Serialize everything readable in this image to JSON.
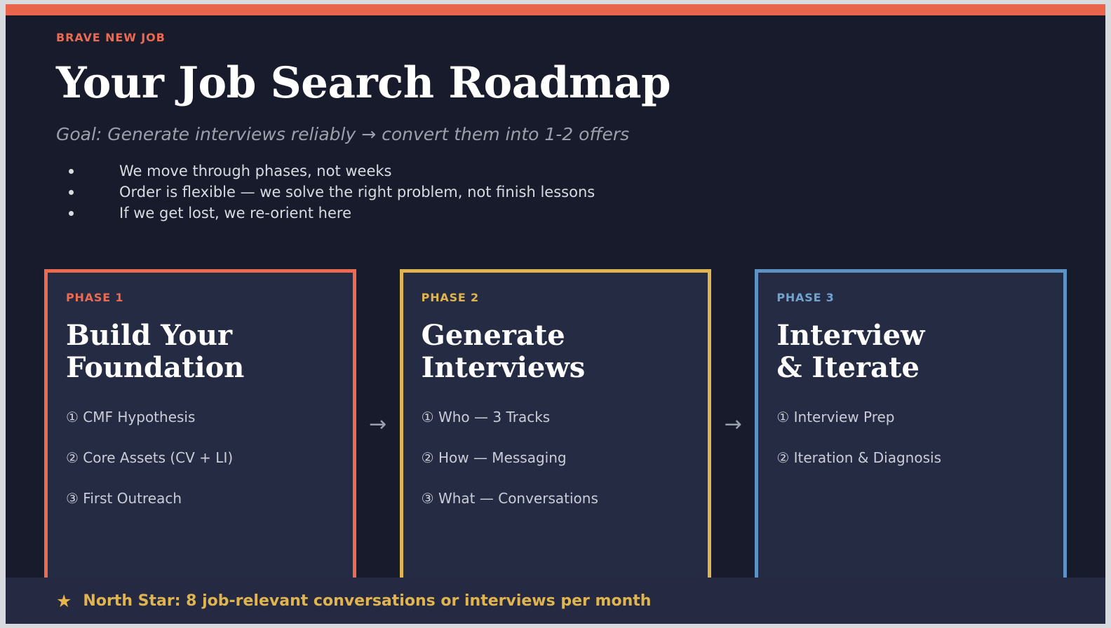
{
  "brand": {
    "kicker": "BRAVE NEW JOB"
  },
  "header": {
    "title": "Your Job Search Roadmap",
    "goal": "Goal: Generate interviews reliably → convert them into 1-2 offers",
    "bullets": [
      "We move through phases, not weeks",
      "Order is flexible — we solve the right problem, not finish lessons",
      "If we get lost, we re-orient here"
    ]
  },
  "connectors": {
    "arrow": "→"
  },
  "phases": [
    {
      "label": "PHASE 1",
      "title": "Build Your\nFoundation",
      "accent": "#ec6a50",
      "items": [
        "① CMF Hypothesis",
        "② Core Assets (CV + LI)",
        "③ First Outreach"
      ]
    },
    {
      "label": "PHASE 2",
      "title": "Generate\nInterviews",
      "accent": "#e0b44f",
      "items": [
        "① Who — 3 Tracks",
        "② How — Messaging",
        "③ What — Conversations"
      ]
    },
    {
      "label": "PHASE 3",
      "title": "Interview\n& Iterate",
      "accent": "#5d93c4",
      "items": [
        "① Interview Prep",
        "② Iteration & Diagnosis"
      ]
    }
  ],
  "footer": {
    "star_glyph": "★",
    "text": "North Star: 8 job-relevant conversations or interviews per month"
  },
  "colors": {
    "page_background": "#181b2c",
    "card_background": "#262b44",
    "top_strip": "#e8644a",
    "footer_background": "#252a42",
    "footer_text": "#e0b44f"
  }
}
